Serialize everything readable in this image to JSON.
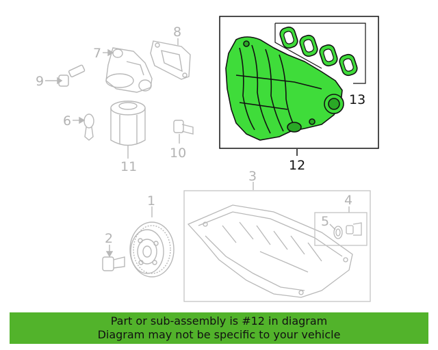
{
  "callouts": {
    "c1": "1",
    "c2": "2",
    "c3": "3",
    "c4": "4",
    "c5": "5",
    "c6": "6",
    "c7": "7",
    "c8": "8",
    "c9": "9",
    "c10": "10",
    "c11": "11",
    "c12": "12",
    "c13": "13"
  },
  "footer": {
    "line1": "Part or sub-assembly is #12 in diagram",
    "line2": "Diagram may not be specific to your vehicle"
  },
  "colors": {
    "highlight": "#52b32b",
    "part_fill": "#3fdc3a",
    "line_gray": "#b3b3b3"
  }
}
